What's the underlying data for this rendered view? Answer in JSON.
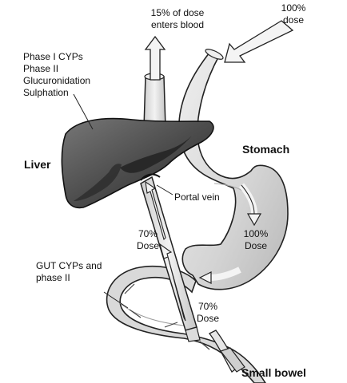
{
  "labels": {
    "dose_blood_1": "15% of dose",
    "dose_blood_2": "enters blood",
    "dose_in_1": "100%",
    "dose_in_2": "dose",
    "liver_enzymes": [
      "Phase I CYPs",
      "Phase II",
      "Glucuronidation",
      "Sulphation"
    ],
    "liver": "Liver",
    "stomach": "Stomach",
    "portal_vein": "Portal vein",
    "stomach_dose_1": "100%",
    "stomach_dose_2": "Dose",
    "portal_dose_1": "70%",
    "portal_dose_2": "Dose",
    "gut_cyps_1": "GUT CYPs and",
    "gut_cyps_2": "phase II",
    "bowel_dose_1": "70%",
    "bowel_dose_2": "Dose",
    "small_bowel": "Small bowel"
  },
  "colors": {
    "liver": "#4d4d4d",
    "liver_dark": "#262626",
    "stomach": "#d6d6d6",
    "vessel": "#e4e4e4",
    "outline": "#222222"
  }
}
